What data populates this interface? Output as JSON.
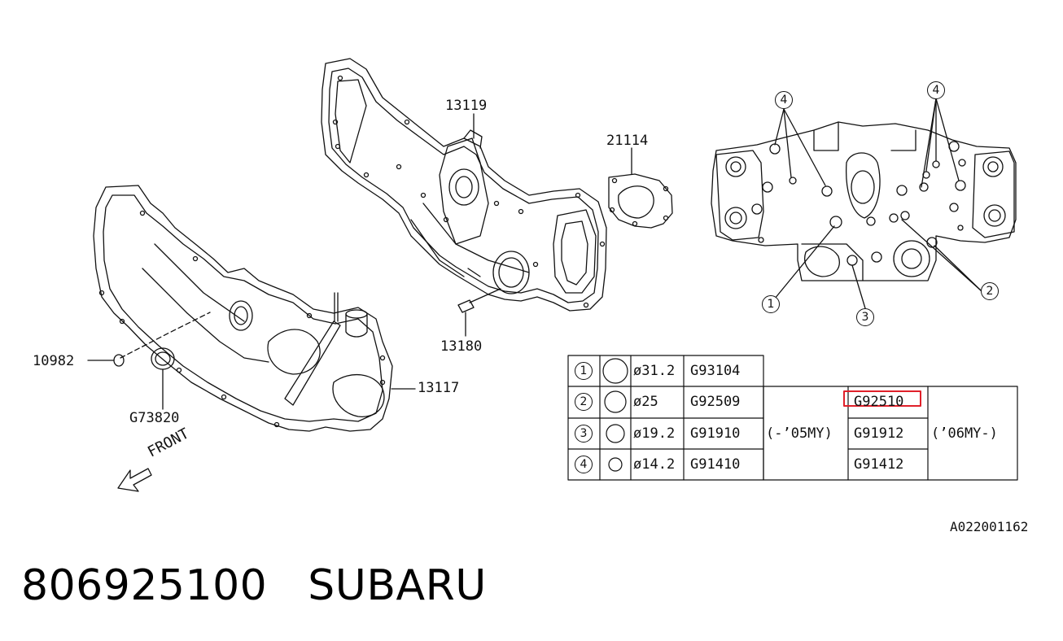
{
  "callouts": {
    "c13119": "13119",
    "c21114": "21114",
    "c10982": "10982",
    "c13117": "13117",
    "c13180": "13180",
    "cG73820": "G73820"
  },
  "front_label": "FRONT",
  "ref_nums": {
    "n1": "1",
    "n2": "2",
    "n3": "3",
    "n4": "4"
  },
  "table": {
    "rows": [
      {
        "num": "1",
        "dia": "ø31.2",
        "part_a": "G93104",
        "part_b": ""
      },
      {
        "num": "2",
        "dia": "ø25",
        "part_a": "G92509",
        "part_b": "G92510"
      },
      {
        "num": "3",
        "dia": "ø19.2",
        "part_a": "G91910",
        "part_b": "G91912"
      },
      {
        "num": "4",
        "dia": "ø14.2",
        "part_a": "G91410",
        "part_b": "G91412"
      }
    ],
    "range_a": "(-’05MY)",
    "range_b": "(’06MY-)"
  },
  "highlight_color": "#e0202a",
  "diagram_id": "A022001162",
  "part_number": "806925100",
  "brand": "SUBARU"
}
